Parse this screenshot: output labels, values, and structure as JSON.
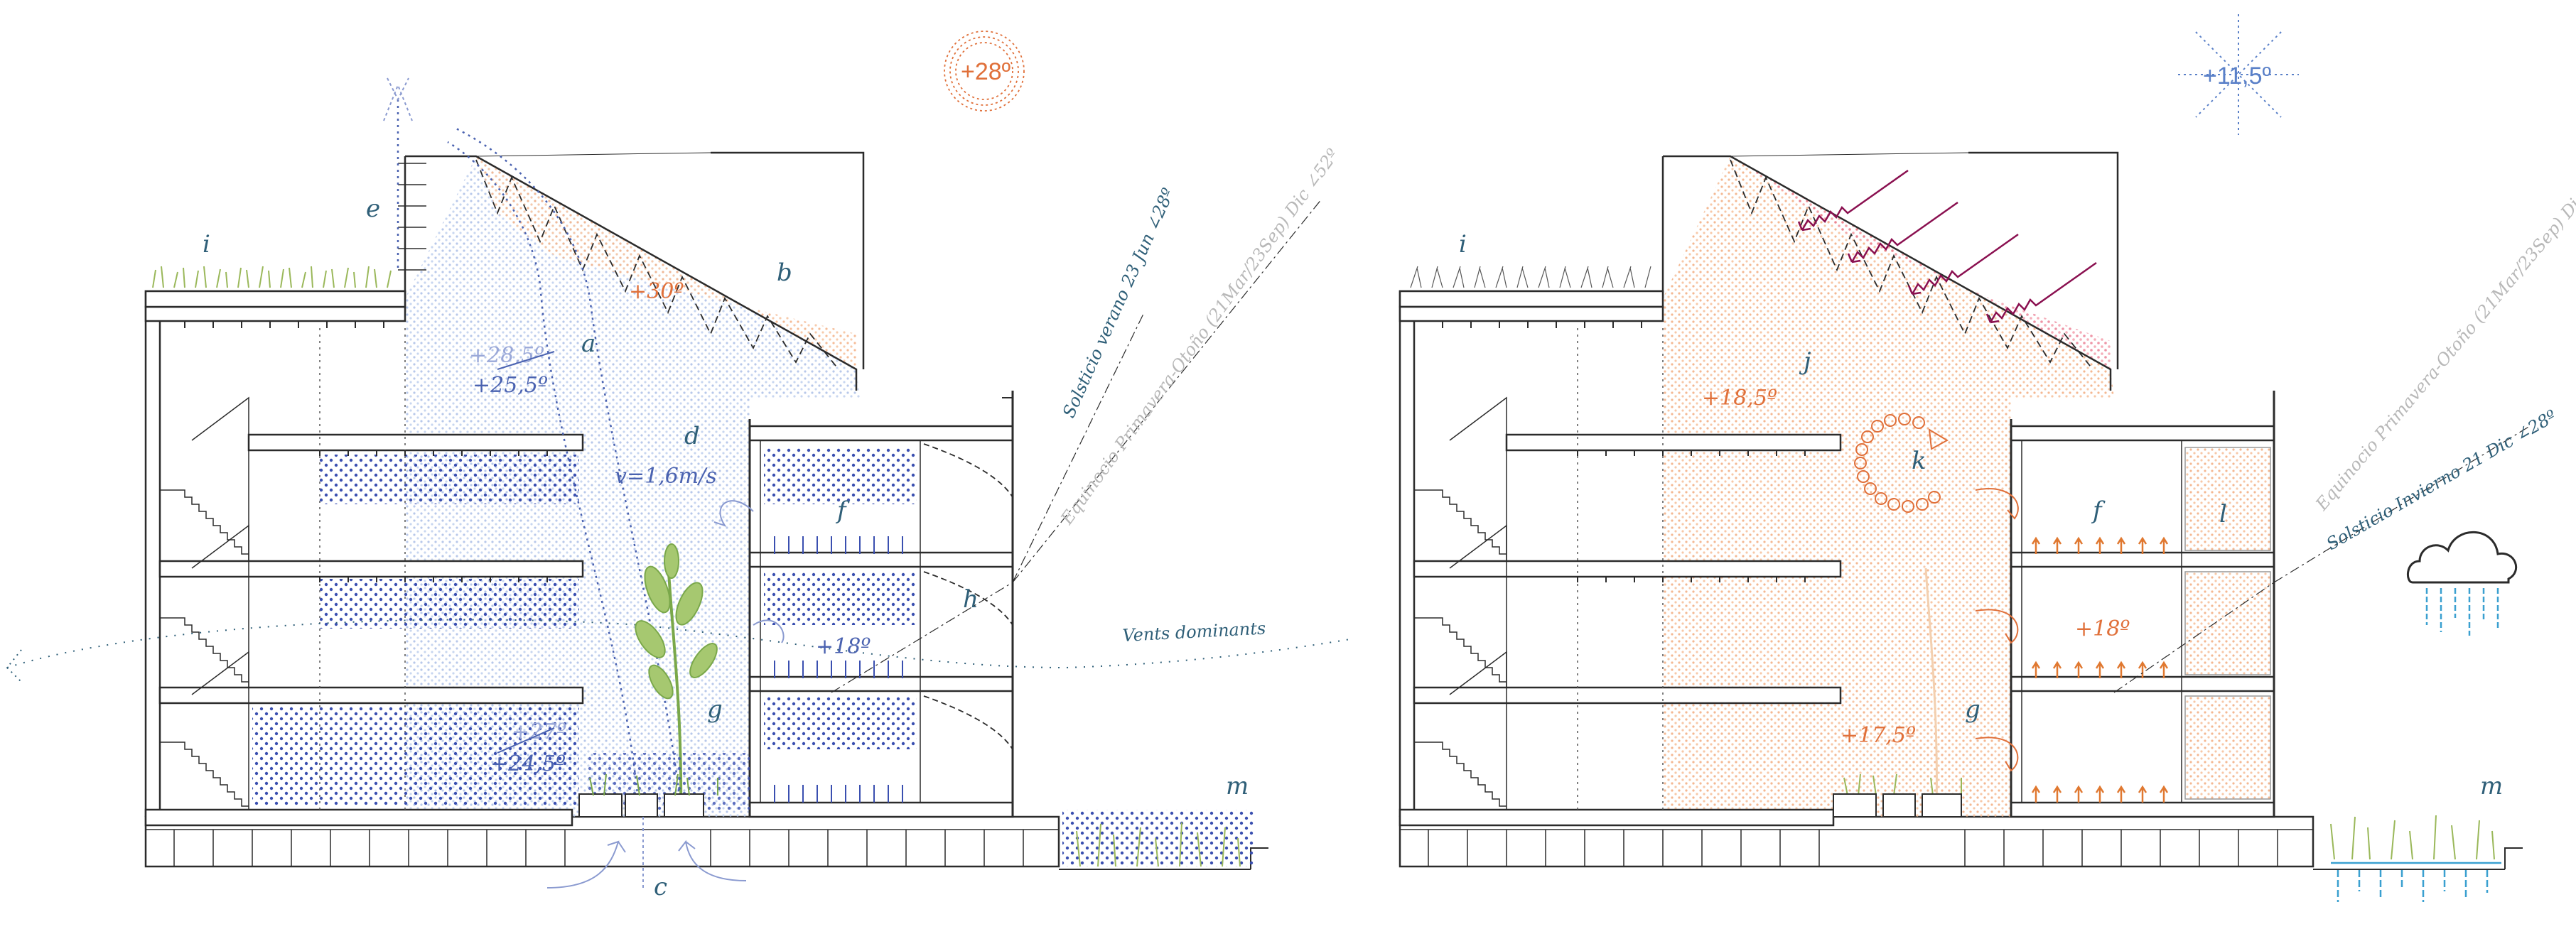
{
  "left_section": {
    "sun_temp": "+28º",
    "labels": {
      "a": "a",
      "b": "b",
      "c": "c",
      "d": "d",
      "e": "e",
      "f": "f",
      "g": "g",
      "h": "h",
      "i": "i",
      "m": "m"
    },
    "temp_roof": "+30º",
    "temp_upper_old": "+28,5º",
    "temp_upper": "+25,5º",
    "velocity": "v=1,6m/s",
    "temp_floor": "+18º",
    "temp_lower_old": "+27º",
    "temp_lower": "+24,5º",
    "winds": "Vents dominants",
    "solstice_summer": "Solsticio verano 23 Jun ∠28º",
    "equinox": "Equinocio Primavera-Otoño (21Mar/23Sep) Dic ∠52º"
  },
  "right_section": {
    "sky_temp": "+11,5º",
    "labels": {
      "f": "f",
      "g": "g",
      "i": "i",
      "j": "j",
      "k": "k",
      "l": "l",
      "m": "m"
    },
    "temp_upper": "+18,5º",
    "temp_floor": "+18º",
    "temp_lower": "+17,5º",
    "equinox": "Equinocio Primavera-Otoño (21Mar/23Sep) Dic ∠52º",
    "solstice_winter": "Solsticio Invierno 21 Dic ∠28º"
  },
  "colors": {
    "teal_label": "#2f5f78",
    "blue_temp": "#4a62b0",
    "orange_temp": "#e0703a",
    "cool_dots": "#3a4fb0",
    "warm_dots": "#f0a070",
    "red_dots": "#e04060",
    "green_plant": "#7aa84a",
    "sun_arrow": "#8a1050",
    "rain": "#3aa0d0",
    "grey_text": "#b8b8b8"
  }
}
